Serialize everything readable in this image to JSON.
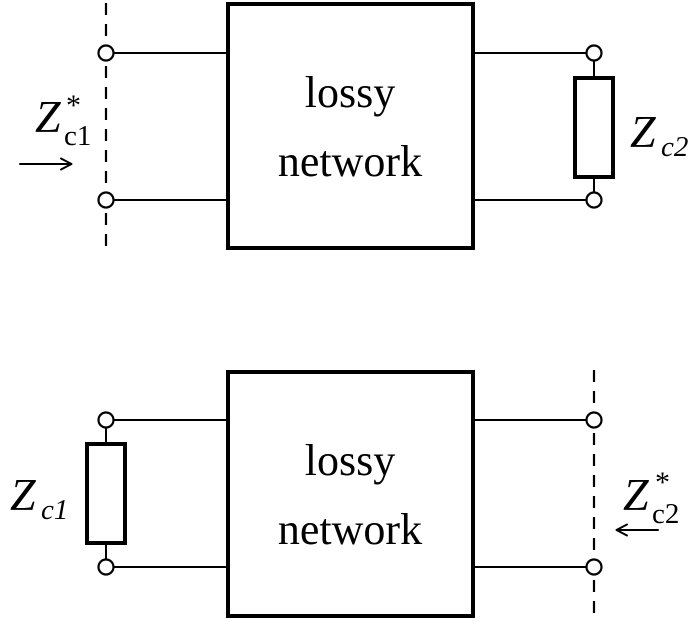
{
  "figure": {
    "background_color": "#ffffff",
    "line_color": "#000000",
    "top_diagram": {
      "box_label_line1": "lossy",
      "box_label_line2": "network",
      "left_port_label": {
        "base": "Z",
        "sup": "*",
        "sub": "c1"
      },
      "right_load_label": {
        "base": "Z",
        "sub": "c2"
      },
      "arrow_icon": "right-arrow"
    },
    "bottom_diagram": {
      "box_label_line1": "lossy",
      "box_label_line2": "network",
      "left_load_label": {
        "base": "Z",
        "sub": "c1"
      },
      "right_port_label": {
        "base": "Z",
        "sup": "*",
        "sub": "c2"
      },
      "arrow_icon": "left-arrow"
    }
  }
}
